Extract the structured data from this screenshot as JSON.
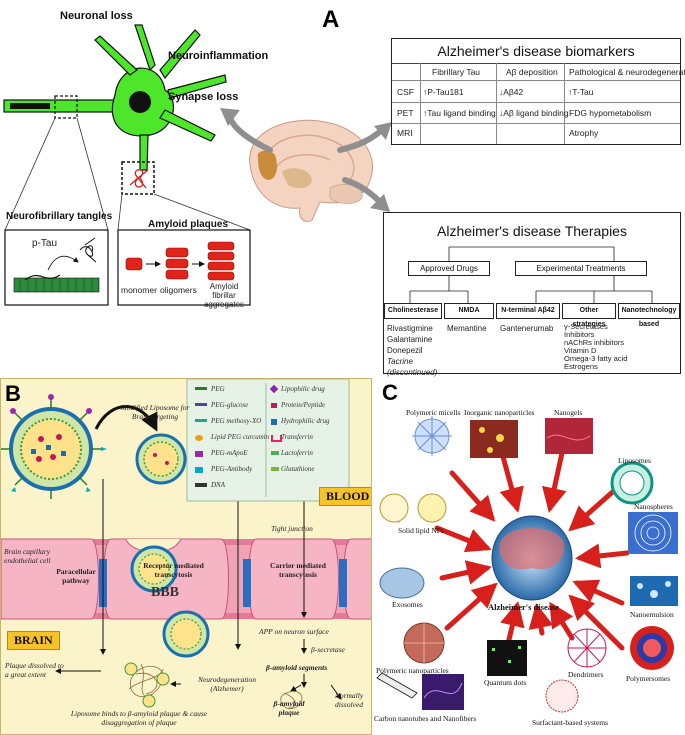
{
  "panel_a": {
    "letter": "A",
    "labels": {
      "neuronal_loss": "Neuronal loss",
      "neuroinflammation": "Neuroinflammation",
      "synapse_loss": "Synapse loss",
      "nft": "Neurofibrillary tangles",
      "ptau": "p-Tau",
      "amyloid_plaques": "Amyloid plaques",
      "monomer": "monomer",
      "oligomers": "oligomers",
      "fibrillar": "Amyloid fibrillar aggregates"
    },
    "biomarkers": {
      "title": "Alzheimer's disease biomarkers",
      "columns": [
        "Fibrillary Tau",
        "Aβ deposition",
        "Pathological & neurodegeneration"
      ],
      "rows": [
        {
          "label": "CSF",
          "c1": "P-Tau181",
          "c2": "Aβ42",
          "c3": "T-Tau"
        },
        {
          "label": "PET",
          "c1": "Tau ligand binding",
          "c2": "Aβ ligand binding",
          "c3": "FDG hypometabolism"
        },
        {
          "label": "MRI",
          "c1": "",
          "c2": "",
          "c3": "Atrophy"
        }
      ]
    },
    "therapies": {
      "title": "Alzheimer's disease Therapies",
      "approved": "Approved Drugs",
      "experimental": "Experimental Treatments",
      "cholinesterase": "Cholinesterase",
      "nmda": "NMDA",
      "nterminal": "N-terminal Aβ42",
      "other": "Other strategies",
      "nano": "Nanotechnology based",
      "chol_list": [
        "Rivastigmine",
        "Galantamine",
        "Donepezil",
        "Tacrine",
        "(discontinued)"
      ],
      "nmda_list": [
        "Memantine"
      ],
      "nterm_list": [
        "Gantenerumab"
      ],
      "other_list": [
        "γ-Secretases",
        "Inhibitors",
        "nAChRs inhibitors",
        "Vitamin D",
        "Omega-3 fatty acid",
        "Estrogens"
      ]
    }
  },
  "panel_b": {
    "letter": "B",
    "modified_liposome": "Modified Liposome for Brain targeting",
    "legend_left": [
      "PEG",
      "PEG-glucose",
      "PEG methoxy-XO",
      "Lipid PEG curcumin",
      "PEG-mApoE",
      "PEG-Antibody",
      "DNA"
    ],
    "legend_right": [
      "Lipophilic drug",
      "Protein/Peptide",
      "Hydrophilic drug",
      "Transferrin",
      "Lactoferrin",
      "Glutathione"
    ],
    "blood": "BLOOD",
    "brain": "BRAIN",
    "bbb": "BBB",
    "tight_junction": "Tight junction",
    "endothelial": "Brain capillary endothelial cell",
    "paracellular": "Paracellular pathway",
    "receptor": "Receptor mediated transcytosis",
    "carrier": "Carrier mediated transcytosis",
    "app": "APP on neuron surface",
    "b_secretase": "β-secretase",
    "segments": "β-amyloid segments",
    "normally": "Normally dissolved",
    "plaque": "β-amyloid plaque",
    "neurodeg": "Neurodegeneration (Alzhemer)",
    "dissolved": "Plaque dissolved to a great extent",
    "binds": "Liposome binds to β-amyloid plaque & cause disaggregation of plaque"
  },
  "panel_c": {
    "letter": "C",
    "center": "Alzheimer's disease",
    "items": [
      "Polymeric micells",
      "Inorganic nanoparticles",
      "Nanogels",
      "Liposomes",
      "Nanospheres",
      "Solid lipid NPs",
      "Exosomes",
      "Nanoemulsion",
      "Polymeric nanoparticles",
      "Quantum dots",
      "Dendrimers",
      "Polymersomes",
      "Carbon nanotubes and Nanofibers",
      "Surfactant-based systems"
    ]
  },
  "colors": {
    "neuron": "#4ee62a",
    "arrow_red": "#d7201c",
    "membrane": "#f1a3b6",
    "gold": "#f7c32a",
    "panel_b_bg": "#fbf3c9"
  }
}
